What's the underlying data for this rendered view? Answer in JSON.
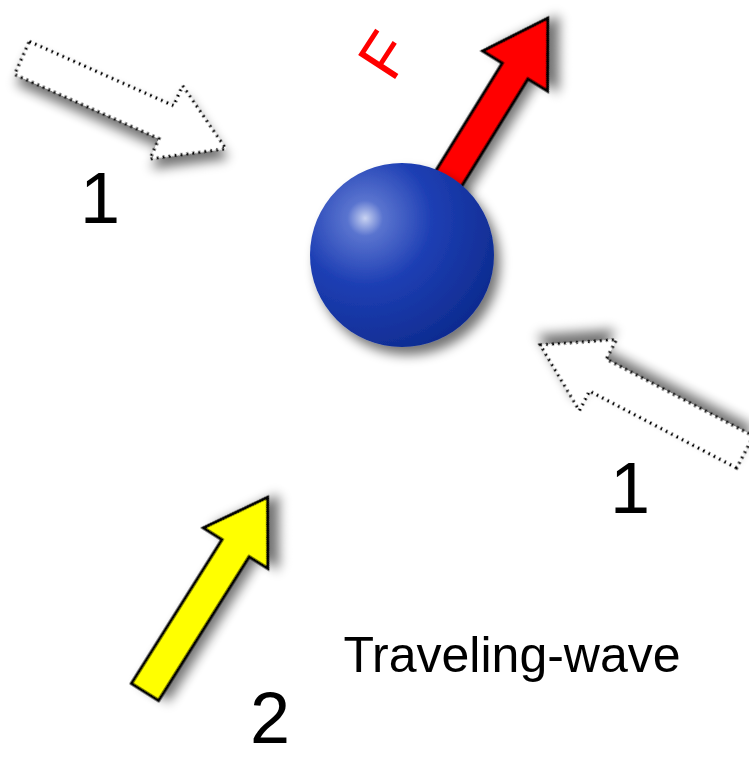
{
  "diagram": {
    "labels": [
      "F",
      "1",
      "1",
      "Traveling-wave",
      "2"
    ]
  }
}
